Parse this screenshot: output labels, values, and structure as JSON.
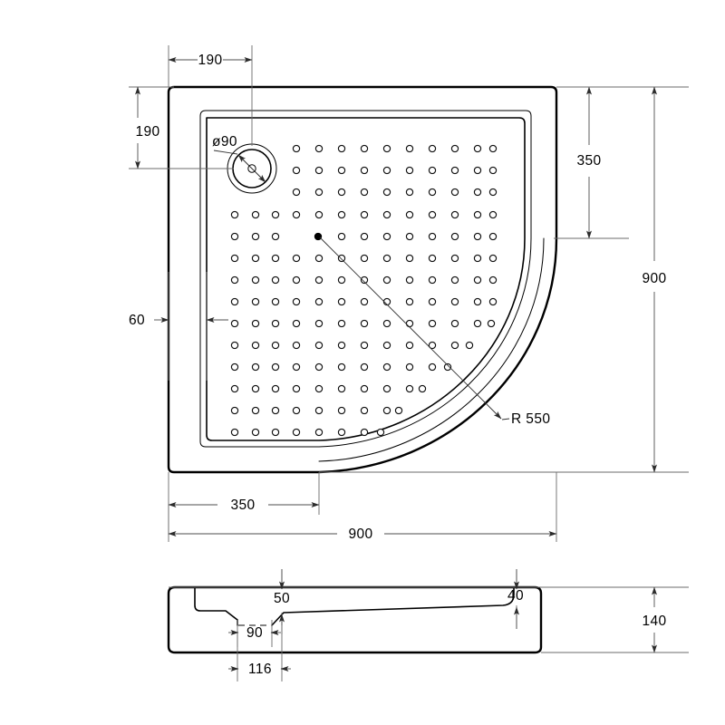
{
  "drawing": {
    "title": "Quadrant Shower Tray Technical Drawing",
    "views": {
      "plan": "plan-view",
      "section": "section-view"
    },
    "colors": {
      "outline": "#000000",
      "dimension": "#4d4d4d",
      "background": "#ffffff"
    }
  },
  "plan_dimensions": {
    "drain_offset_x": "190",
    "drain_offset_y": "190",
    "drain_diameter": "ø90",
    "rim_width": "60",
    "straight_edge_top": "350",
    "overall_height": "900",
    "straight_edge_bottom": "350",
    "overall_width": "900",
    "corner_radius": "R 550"
  },
  "section_dimensions": {
    "step_depth": "50",
    "lip_height": "40",
    "drain_recess_width": "90",
    "drain_recess_offset": "116",
    "overall_thickness": "140"
  },
  "labels": {
    "dim_190_top": "190",
    "dim_190_left": "190",
    "dim_d90": "ø90",
    "dim_60": "60",
    "dim_350_right": "350",
    "dim_900_right": "900",
    "dim_350_bottom": "350",
    "dim_900_bottom": "900",
    "dim_r550": "R 550",
    "dim_50": "50",
    "dim_40": "40",
    "dim_90": "90",
    "dim_116": "116",
    "dim_140": "140"
  }
}
